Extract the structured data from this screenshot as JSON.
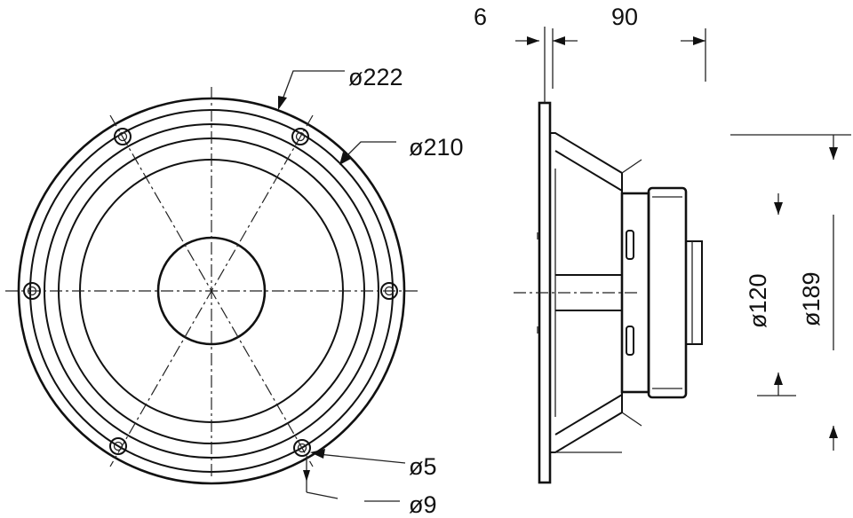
{
  "dimensions": {
    "outer_diameter": "ø222",
    "mounting_circle": "ø210",
    "hole_diameter": "ø5",
    "hole_outer_diameter": "ø9",
    "flange_thickness": "6",
    "depth": "90",
    "magnet_diameter": "ø120",
    "cutout_diameter": "ø189"
  }
}
